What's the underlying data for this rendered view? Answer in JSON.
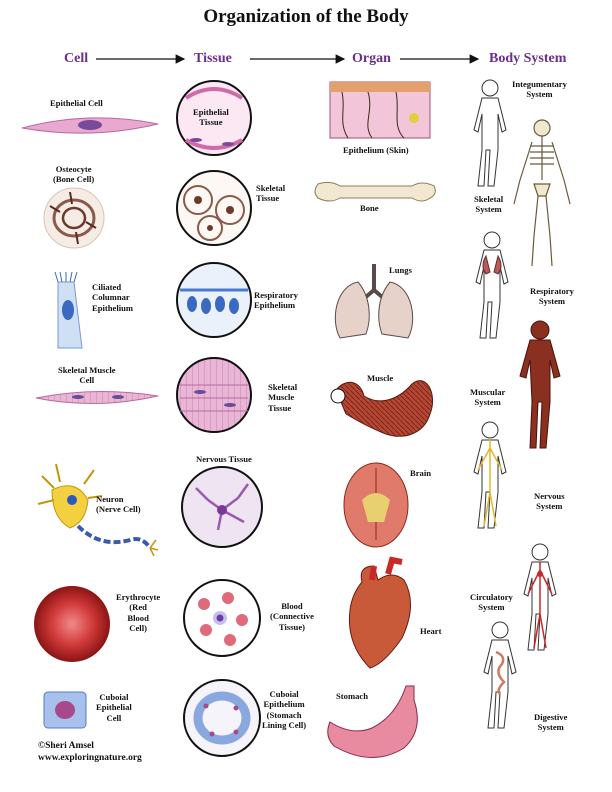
{
  "title": "Organization of the Body",
  "columns": {
    "cell": "Cell",
    "tissue": "Tissue",
    "organ": "Organ",
    "system": "Body System"
  },
  "cells": [
    {
      "label": "Epithelial Cell"
    },
    {
      "label": "Osteocyte\n(Bone Cell)"
    },
    {
      "label": "Ciliated\nColumnar\nEpithelium"
    },
    {
      "label": "Skeletal Muscle\nCell"
    },
    {
      "label": "Neuron\n(Nerve Cell)"
    },
    {
      "label": "Erythrocyte\n(Red\nBlood\nCell)"
    },
    {
      "label": "Cuboial\nEpithelial\nCell"
    }
  ],
  "tissues": [
    {
      "label": "Epithelial\nTissue"
    },
    {
      "label": "Skeletal\nTissue"
    },
    {
      "label": "Respiratory\nEpithelium"
    },
    {
      "label": "Skeletal\nMuscle\nTissue"
    },
    {
      "label": "Nervous Tissue"
    },
    {
      "label": "Blood\n(Connective\nTissue)"
    },
    {
      "label": "Cuboial\nEpithelium\n(Stomach\nLining Cell)"
    }
  ],
  "organs": [
    {
      "label": "Epithelium (Skin)"
    },
    {
      "label": "Bone"
    },
    {
      "label": "Lungs"
    },
    {
      "label": "Muscle"
    },
    {
      "label": "Brain"
    },
    {
      "label": "Heart"
    },
    {
      "label": "Stomach"
    }
  ],
  "systems": [
    {
      "label": "Integumentary\nSystem"
    },
    {
      "label": "Skeletal\nSystem"
    },
    {
      "label": "Respiratory\nSystem"
    },
    {
      "label": "Muscular\nSystem"
    },
    {
      "label": "Nervous\nSystem"
    },
    {
      "label": "Circulatory\nSystem"
    },
    {
      "label": "Digestive\nSystem"
    }
  ],
  "credit": {
    "author": "©Sheri Amsel",
    "site": "www.exploringnature.org"
  },
  "colors": {
    "heading": "#6b2d8f",
    "cell_pink": "#e8a8d0",
    "nucleus": "#7a4a9a",
    "blood_red": "#c82828",
    "bone": "#f2e8d0",
    "muscle": "#a83a2a",
    "nerve": "#e8c860"
  }
}
